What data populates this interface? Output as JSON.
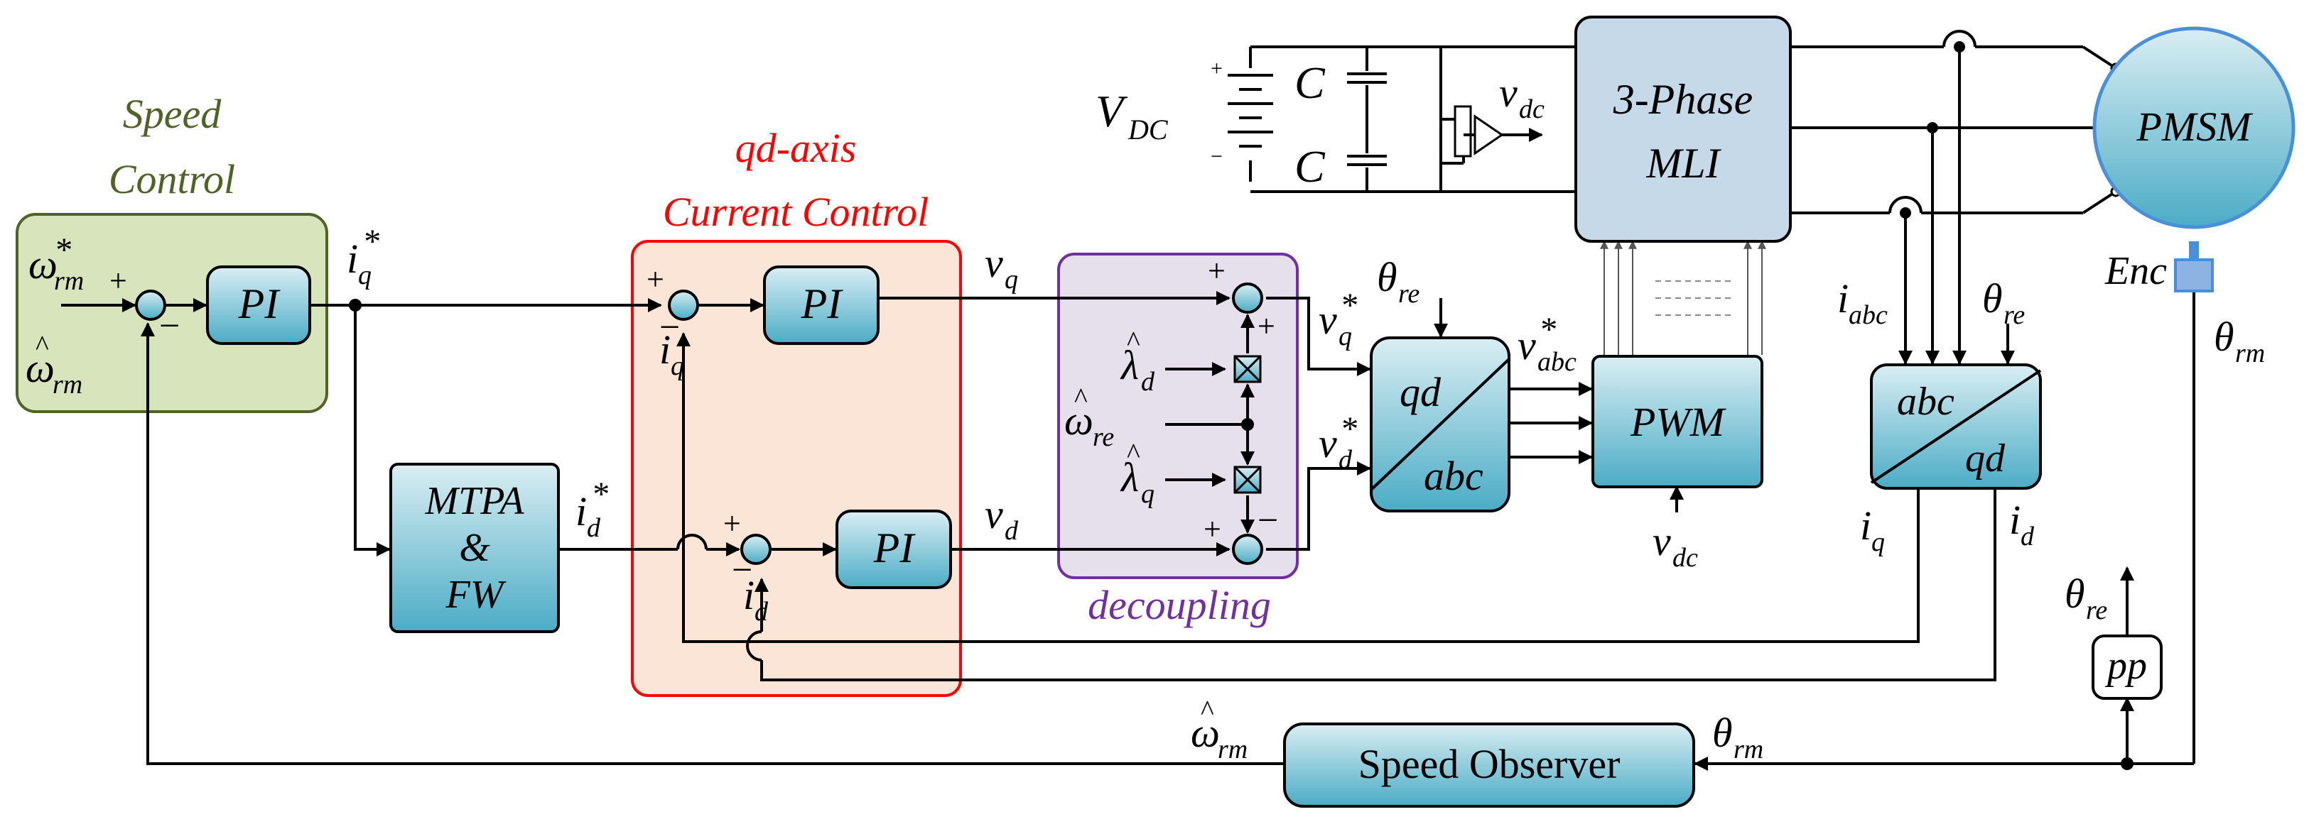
{
  "colors": {
    "speed_group_fill": "#d8e4bc",
    "speed_group_stroke": "#4f6228",
    "speed_title": "#4f6228",
    "current_group_fill": "#fbe5d6",
    "current_group_stroke": "#ff0000",
    "current_title": "#ff0000",
    "decoupling_fill": "#e6e0ec",
    "decoupling_stroke": "#7030a0",
    "decoupling_title": "#7030a0",
    "block_top": "#daeef3",
    "block_bottom": "#4bacc6",
    "mli_fill": "#c6d9e8",
    "motor_stroke": "#4a90d9",
    "encoder_fill": "#8db3e2"
  },
  "groups": {
    "speed_control": {
      "title_line1": "Speed",
      "title_line2": "Control"
    },
    "current_control": {
      "title_line1": "qd-axis",
      "title_line2": "Current Control"
    },
    "decoupling": {
      "title": "decoupling"
    }
  },
  "blocks": {
    "pi_speed": "PI",
    "pi_q": "PI",
    "pi_d": "PI",
    "mtpa_line1": "MTPA",
    "mtpa_line2": "&",
    "mtpa_line3": "FW",
    "pwm": "PWM",
    "mli_line1": "3-Phase",
    "mli_line2": "MLI",
    "motor": "PMSM",
    "encoder": "Enc",
    "pp": "pp",
    "speed_observer": "Speed Observer",
    "qd_abc_top": "qd",
    "qd_abc_bottom": "abc",
    "abc_qd_top": "abc",
    "abc_qd_bottom": "qd"
  },
  "signals": {
    "omega": "ω",
    "theta": "θ",
    "lambda": "λ",
    "i": "i",
    "v": "v",
    "star": "*",
    "sub_rm": "rm",
    "sub_re": "re",
    "sub_q": "q",
    "sub_d": "d",
    "sub_dc": "dc",
    "sub_abc": "abc",
    "V": "V",
    "sub_DC": "DC",
    "capacitor": "C"
  },
  "signs": {
    "plus": "+",
    "minus": "−"
  }
}
